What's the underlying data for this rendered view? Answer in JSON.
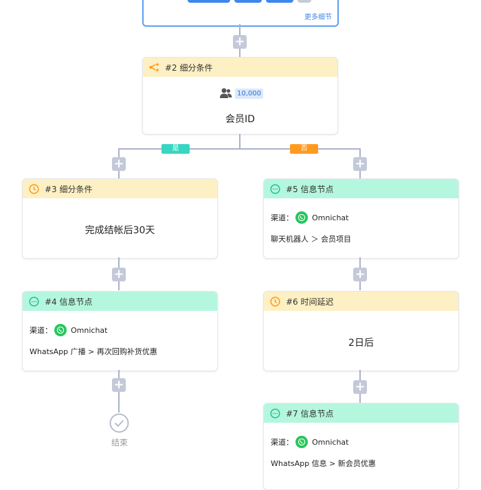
{
  "top_card": {
    "more_details": "更多细节"
  },
  "node2": {
    "title": "#2 细分条件",
    "count": "10,000",
    "text": "会员ID"
  },
  "branch": {
    "yes": "是",
    "no": "否"
  },
  "node3": {
    "title": "#3 细分条件",
    "text": "完成结帐后30天"
  },
  "node4": {
    "title": "#4 信息节点",
    "channel_label": "渠道：",
    "channel": "Omnichat",
    "detail": "WhatsApp 广播 > 再次回购补货优惠"
  },
  "end": {
    "label": "结束"
  },
  "node5": {
    "title": "#5 信息节点",
    "channel_label": "渠道：",
    "channel": "Omnichat",
    "detail": "聊天机器人 ＞ 会员项目"
  },
  "node6": {
    "title": "#6 时间延迟",
    "text": "2日后"
  },
  "node7": {
    "title": "#7 信息节点",
    "channel_label": "渠道：",
    "channel": "Omnichat",
    "detail": "WhatsApp 信息 > 新会员优惠"
  },
  "colors": {
    "yes": "#36d6c2",
    "no": "#ff9a1f",
    "accent": "#3d87ef",
    "whatsapp": "#27c65c"
  }
}
